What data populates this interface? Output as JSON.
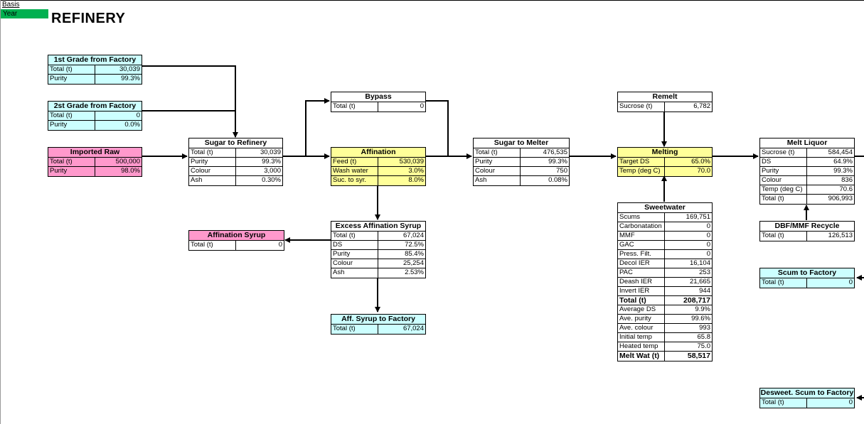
{
  "colors": {
    "cyan": "#ccffff",
    "pink": "#ff99cc",
    "yellow": "#ffff99",
    "white": "#ffffff",
    "green": "#00b050"
  },
  "header": {
    "basis": "Basis",
    "year": "Year",
    "title": "REFINERY"
  },
  "tables": {
    "first_grade": {
      "title": "1st Grade from Factory",
      "rows": [
        {
          "label": "Total (t)",
          "value": "30,039"
        },
        {
          "label": "Purity",
          "value": "99.3%"
        }
      ]
    },
    "second_grade": {
      "title": "2st Grade from Factory",
      "rows": [
        {
          "label": "Total (t)",
          "value": "0"
        },
        {
          "label": "Purity",
          "value": "0.0%"
        }
      ]
    },
    "imported_raw": {
      "title": "Imported Raw",
      "rows": [
        {
          "label": "Total (t)",
          "value": "500,000"
        },
        {
          "label": "Purity",
          "value": "98.0%"
        }
      ]
    },
    "sugar_to_refinery": {
      "title": "Sugar to Refinery",
      "rows": [
        {
          "label": "Total (t)",
          "value": "30,039"
        },
        {
          "label": "Purity",
          "value": "99.3%"
        },
        {
          "label": "Colour",
          "value": "3,000"
        },
        {
          "label": "Ash",
          "value": "0.30%"
        }
      ]
    },
    "affination_syrup": {
      "title": "Affination Syrup",
      "rows": [
        {
          "label": "Total (t)",
          "value": "0"
        }
      ]
    },
    "bypass": {
      "title": "Bypass",
      "rows": [
        {
          "label": "Total (t)",
          "value": "0"
        }
      ]
    },
    "affination": {
      "title": "Affination",
      "rows": [
        {
          "label": "Feed (t)",
          "value": "530,039"
        },
        {
          "label": "Wash water",
          "value": "3.0%"
        },
        {
          "label": "Suc. to syr.",
          "value": "8.0%"
        }
      ]
    },
    "excess_affination_syrup": {
      "title": "Excess Affination Syrup",
      "rows": [
        {
          "label": "Total (t)",
          "value": "67,024"
        },
        {
          "label": "DS",
          "value": "72.5%"
        },
        {
          "label": "Purity",
          "value": "85.4%"
        },
        {
          "label": "Colour",
          "value": "25,254"
        },
        {
          "label": "Ash",
          "value": "2.53%"
        }
      ]
    },
    "aff_syrup_to_factory": {
      "title": "Aff. Syrup to Factory",
      "rows": [
        {
          "label": "Total (t)",
          "value": "67,024"
        }
      ]
    },
    "sugar_to_melter": {
      "title": "Sugar to Melter",
      "rows": [
        {
          "label": "Total (t)",
          "value": "476,535"
        },
        {
          "label": "Purity",
          "value": "99.3%"
        },
        {
          "label": "Colour",
          "value": "750"
        },
        {
          "label": "Ash",
          "value": "0.08%"
        }
      ]
    },
    "remelt": {
      "title": "Remelt",
      "rows": [
        {
          "label": "Sucrose (t)",
          "value": "6,782"
        }
      ]
    },
    "melting": {
      "title": "Melting",
      "rows": [
        {
          "label": "Target DS",
          "value": "65.0%"
        },
        {
          "label": "Temp (deg C)",
          "value": "70.0"
        }
      ]
    },
    "sweetwater": {
      "title": "Sweetwater",
      "rows": [
        {
          "label": "Scums",
          "value": "169,751"
        },
        {
          "label": "Carbonatation",
          "value": "0"
        },
        {
          "label": "MMF",
          "value": "0"
        },
        {
          "label": "GAC",
          "value": "0"
        },
        {
          "label": "Press. Filt.",
          "value": "0"
        },
        {
          "label": "Decol IER",
          "value": "16,104"
        },
        {
          "label": "PAC",
          "value": "253"
        },
        {
          "label": "Deash IER",
          "value": "21,665"
        },
        {
          "label": "Invert IER",
          "value": "944"
        },
        {
          "label": "Total (t)",
          "value": "208,717",
          "bold": true
        },
        {
          "label": "Average DS",
          "value": "9.9%"
        },
        {
          "label": "Ave. purity",
          "value": "99.6%"
        },
        {
          "label": "Ave. colour",
          "value": "993"
        },
        {
          "label": "Initial temp",
          "value": "65.8"
        },
        {
          "label": "Heated temp",
          "value": "75.0"
        },
        {
          "label": "Melt Wat (t)",
          "value": "58,517",
          "bold": true
        }
      ]
    },
    "melt_liquor": {
      "title": "Melt Liquor",
      "rows": [
        {
          "label": "Sucrose (t)",
          "value": "584,454"
        },
        {
          "label": "DS",
          "value": "64.9%"
        },
        {
          "label": "Purity",
          "value": "99.3%"
        },
        {
          "label": "Colour",
          "value": "836"
        },
        {
          "label": "Temp (deg C)",
          "value": "70.6"
        },
        {
          "label": "Total (t)",
          "value": "906,993"
        }
      ]
    },
    "dbf_mmf_recycle": {
      "title": "DBF/MMF Recycle",
      "rows": [
        {
          "label": "Total (t)",
          "value": "126,513"
        }
      ]
    },
    "scum_to_factory": {
      "title": "Scum to Factory",
      "rows": [
        {
          "label": "Total (t)",
          "value": "0"
        }
      ]
    },
    "desweet_scum_to_factory": {
      "title": "Desweet. Scum to Factory",
      "rows": [
        {
          "label": "Total (t)",
          "value": "0"
        }
      ]
    }
  }
}
